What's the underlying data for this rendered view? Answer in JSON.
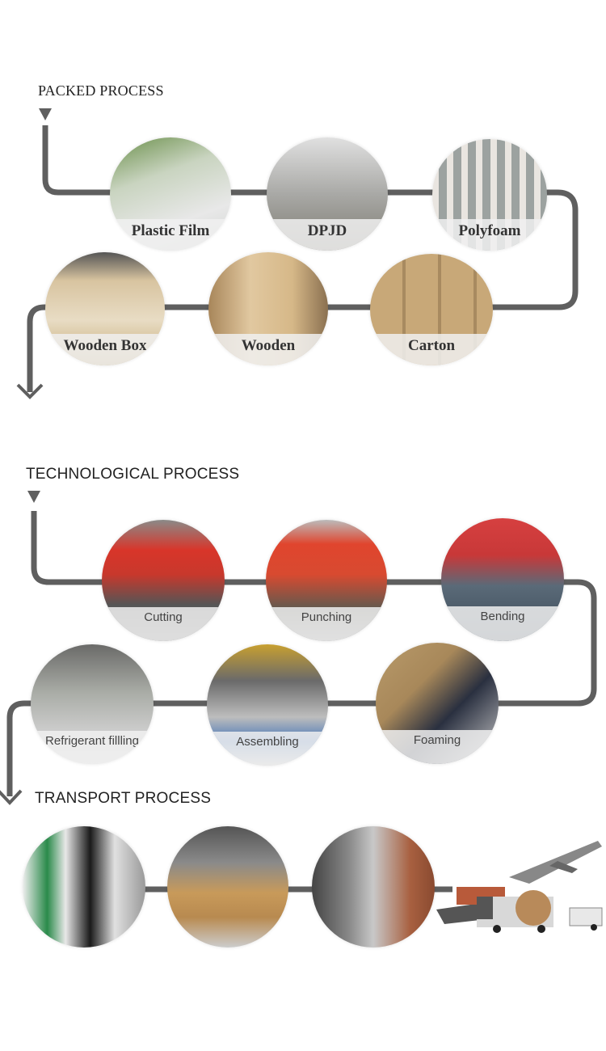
{
  "packed": {
    "title": "PACKED PROCESS",
    "steps": [
      {
        "label": "Plastic Film"
      },
      {
        "label": "DPJD"
      },
      {
        "label": "Polyfoam"
      },
      {
        "label": "Carton"
      },
      {
        "label": "Wooden"
      },
      {
        "label": "Wooden Box"
      }
    ]
  },
  "technological": {
    "title": "TECHNOLOGICAL PROCESS",
    "steps": [
      {
        "label": "Cutting"
      },
      {
        "label": "Punching"
      },
      {
        "label": "Bending"
      },
      {
        "label": "Foaming"
      },
      {
        "label": "Assembling"
      },
      {
        "label": "Refrigerant fillling"
      }
    ]
  },
  "transport": {
    "title": "TRANSPORT PROCESS"
  },
  "colors": {
    "connector": "#5f5f5f",
    "band": "#f0f0f0"
  }
}
